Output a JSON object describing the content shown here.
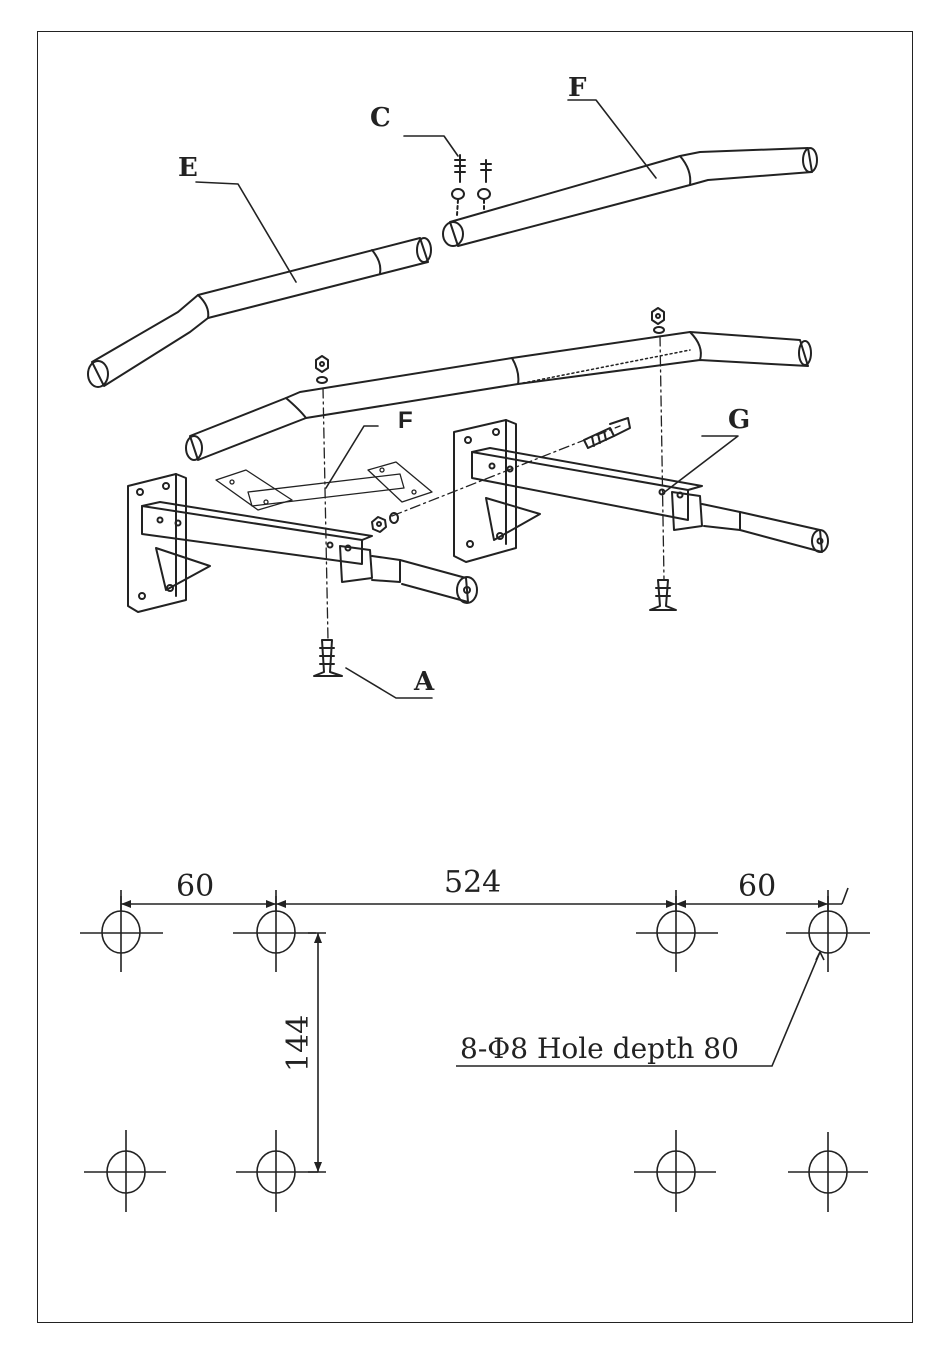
{
  "labels": {
    "E": "E",
    "F_top": "F",
    "C": "C",
    "F_mid": "F",
    "G": "G",
    "A": "A"
  },
  "dimensions": {
    "left_spacing": "60",
    "center_spacing": "524",
    "right_spacing": "60",
    "vertical_spacing": "144",
    "hole_note": "8-Φ8 Hole depth 80"
  }
}
